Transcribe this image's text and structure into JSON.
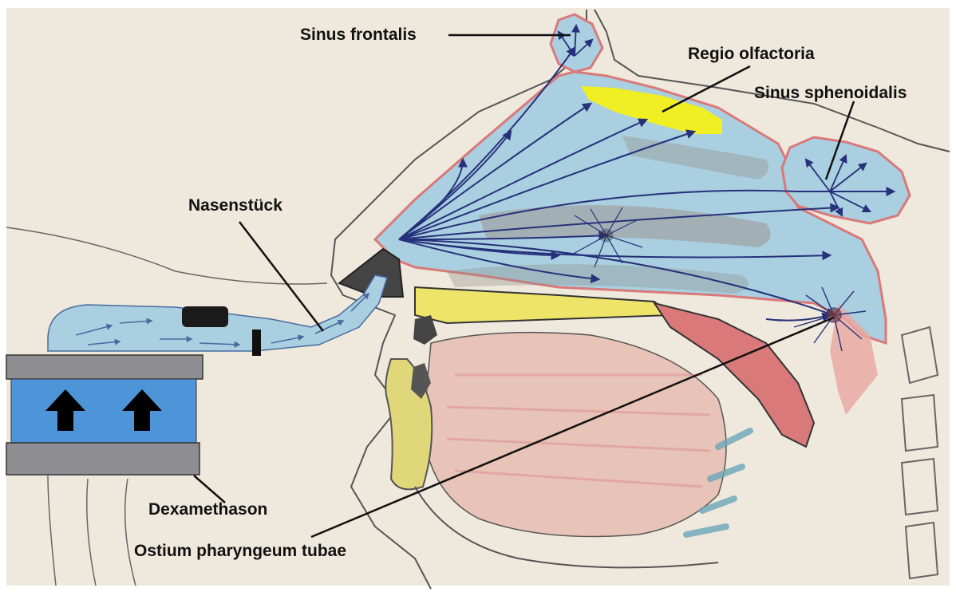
{
  "labels": {
    "sinus_frontalis": "Sinus frontalis",
    "regio_olfactoria": "Regio olfactoria",
    "sinus_sphenoidalis": "Sinus sphenoidalis",
    "nasenstueck": "Nasenstück",
    "dexamethason": "Dexamethason",
    "ostium": "Ostium pharyngeum tubae"
  },
  "colors": {
    "paper": "#efe9dd",
    "mucosa_blue": "#a9cfe0",
    "flow_arrow": "#27307a",
    "olfactory_yellow": "#f2f018",
    "palate_yellow": "#efe46a",
    "muscle_red": "#d9797a",
    "device_blue": "#4d95d8",
    "device_gray": "#8e8e92"
  }
}
